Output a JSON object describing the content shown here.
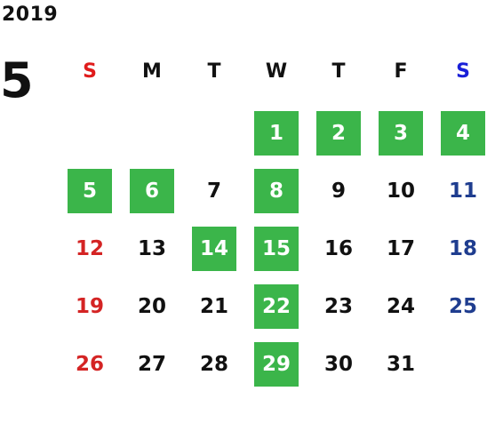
{
  "calendar": {
    "year": "2019",
    "month": "5",
    "weekdays": [
      {
        "label": "S",
        "color": "#e01c1c"
      },
      {
        "label": "M",
        "color": "#111111"
      },
      {
        "label": "T",
        "color": "#111111"
      },
      {
        "label": "W",
        "color": "#111111"
      },
      {
        "label": "T",
        "color": "#111111"
      },
      {
        "label": "F",
        "color": "#111111"
      },
      {
        "label": "S",
        "color": "#1a20d8"
      }
    ],
    "highlight_color": "#3bb54a",
    "sunday_color": "#d42424",
    "saturday_color": "#1f3d8f",
    "weekday_color": "#111111",
    "weeks": [
      [
        null,
        null,
        null,
        {
          "day": "1",
          "highlight": true
        },
        {
          "day": "2",
          "highlight": true
        },
        {
          "day": "3",
          "highlight": true
        },
        {
          "day": "4",
          "highlight": true
        }
      ],
      [
        {
          "day": "5",
          "highlight": true
        },
        {
          "day": "6",
          "highlight": true
        },
        {
          "day": "7",
          "highlight": false
        },
        {
          "day": "8",
          "highlight": true
        },
        {
          "day": "9",
          "highlight": false
        },
        {
          "day": "10",
          "highlight": false
        },
        {
          "day": "11",
          "highlight": false
        }
      ],
      [
        {
          "day": "12",
          "highlight": false
        },
        {
          "day": "13",
          "highlight": false
        },
        {
          "day": "14",
          "highlight": true
        },
        {
          "day": "15",
          "highlight": true
        },
        {
          "day": "16",
          "highlight": false
        },
        {
          "day": "17",
          "highlight": false
        },
        {
          "day": "18",
          "highlight": false
        }
      ],
      [
        {
          "day": "19",
          "highlight": false
        },
        {
          "day": "20",
          "highlight": false
        },
        {
          "day": "21",
          "highlight": false
        },
        {
          "day": "22",
          "highlight": true
        },
        {
          "day": "23",
          "highlight": false
        },
        {
          "day": "24",
          "highlight": false
        },
        {
          "day": "25",
          "highlight": false
        }
      ],
      [
        {
          "day": "26",
          "highlight": false
        },
        {
          "day": "27",
          "highlight": false
        },
        {
          "day": "28",
          "highlight": false
        },
        {
          "day": "29",
          "highlight": true
        },
        {
          "day": "30",
          "highlight": false
        },
        {
          "day": "31",
          "highlight": false
        },
        null
      ]
    ]
  }
}
